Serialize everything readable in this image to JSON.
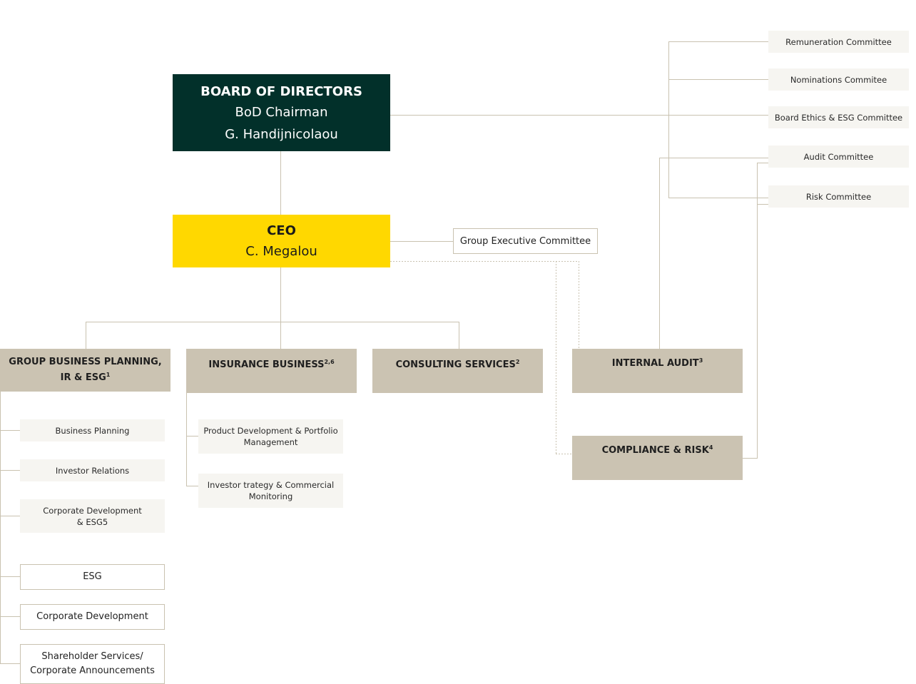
{
  "board": {
    "title": "BOARD OF DIRECTORS",
    "role": "BoD Chairman",
    "name": "G. Handijnicolaou"
  },
  "ceo": {
    "title": "CEO",
    "name": "C. Megalou"
  },
  "executive_committee": "Group Executive Committee",
  "committees": [
    "Remuneration Committee",
    "Nominations Commitee",
    "Board Ethics & ESG Committee",
    "Audit Committee",
    "Risk Committee"
  ],
  "units": {
    "gbp": {
      "label": "GROUP BUSINESS PLANNING, IR & ESG",
      "sup": "1"
    },
    "insurance": {
      "label": "INSURANCE BUSINESS",
      "sup": "2,6"
    },
    "consulting": {
      "label": "CONSULTING SERVICES",
      "sup": "2"
    },
    "internal_audit": {
      "label": "INTERNAL AUDIT",
      "sup": "3"
    },
    "compliance": {
      "label": "COMPLIANCE & RISK",
      "sup": "4"
    }
  },
  "gbp_subunits": [
    "Business Planning",
    "Investor Relations",
    "Corporate Development\n& ESG5",
    "ESG",
    "Corporate Development",
    "Shareholder Services/\nCorporate Announcements"
  ],
  "insurance_subunits": [
    "Product Development & Portfolio Management",
    "Investor trategy & Commercial Monitoring"
  ],
  "colors": {
    "board": "#02302a",
    "ceo": "#ffd800",
    "unit": "#cbc3b2",
    "committee_bg": "#f6f5f1",
    "line": "#c9c2b0"
  }
}
